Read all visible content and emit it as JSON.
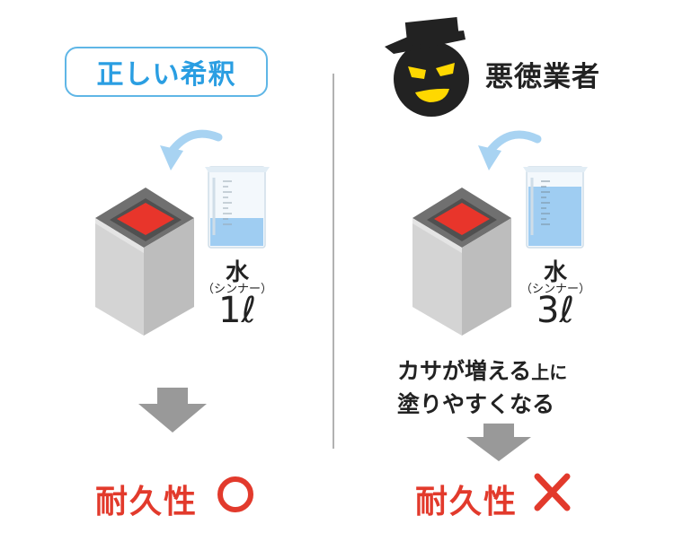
{
  "colors": {
    "accent_blue": "#2a9ee2",
    "badge_border": "#5fb6e6",
    "red": "#e23a2c",
    "gray_arrow": "#999999",
    "bucket_paint": "#e8352b",
    "water": "#9fcdf2",
    "villain_face": "#222222",
    "villain_eyes": "#ffd800"
  },
  "left": {
    "title": "正しい希釈",
    "liquid_label": "水",
    "liquid_sub": "（シンナー）",
    "amount": "1ℓ",
    "result_label": "耐久性",
    "result_mark": "circle-mark"
  },
  "right": {
    "title": "悪徳業者",
    "liquid_label": "水",
    "liquid_sub": "（シンナー）",
    "amount": "3ℓ",
    "warning_line1_main": "カサが増える",
    "warning_line1_small": "上に",
    "warning_line2": "塗りやすくなる",
    "result_label": "耐久性",
    "result_mark": "cross-mark"
  },
  "icons": [
    "curved-arrow-icon",
    "bucket-icon",
    "beaker-icon",
    "down-arrow-icon",
    "villain-icon"
  ]
}
